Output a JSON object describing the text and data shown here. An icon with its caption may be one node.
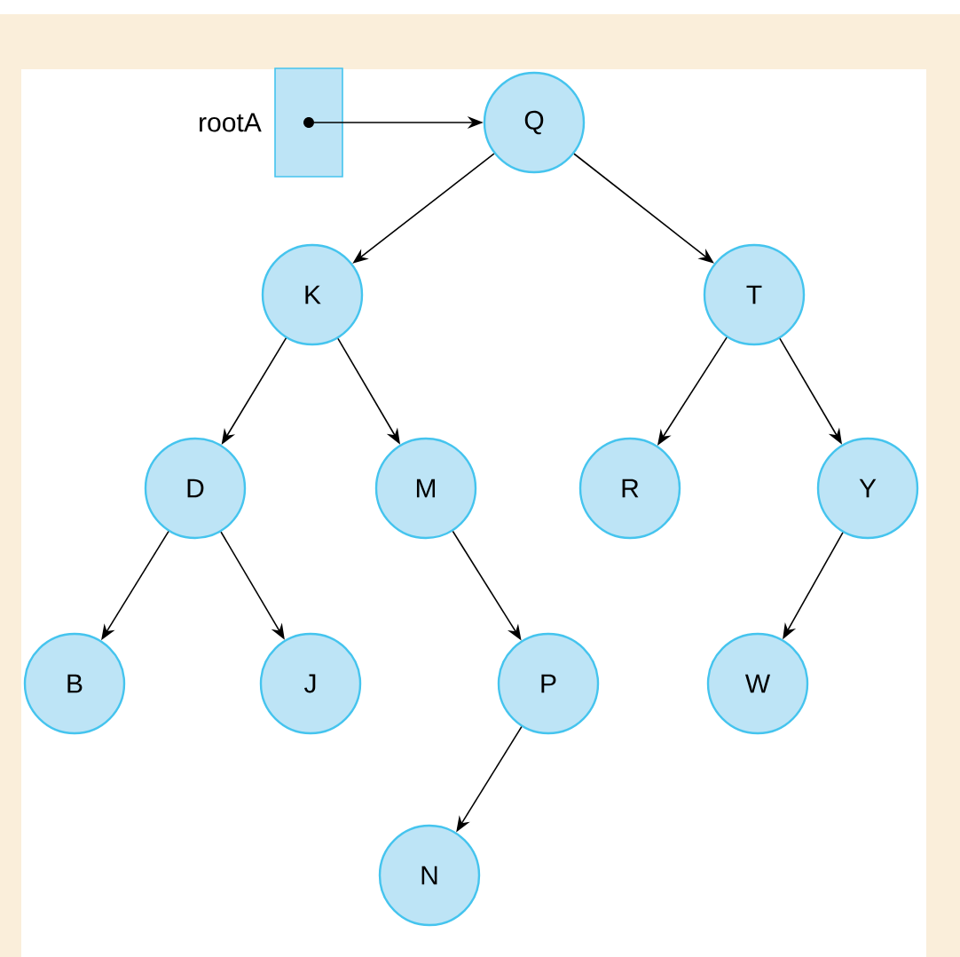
{
  "diagram": {
    "nodes": [
      {
        "text": [],
        "shape": "box",
        "beside": [
          "rootA"
        ]
      },
      {
        "text": [
          "Q"
        ]
      },
      {
        "text": [
          "K"
        ]
      },
      {
        "text": [
          "T"
        ]
      },
      {
        "text": [
          "D"
        ]
      },
      {
        "text": [
          "M"
        ]
      },
      {
        "text": [
          "R"
        ]
      },
      {
        "text": [
          "Y"
        ]
      },
      {
        "text": [
          "B"
        ]
      },
      {
        "text": [
          "J"
        ]
      },
      {
        "text": [
          "P"
        ]
      },
      {
        "text": [
          "W"
        ]
      },
      {
        "text": [
          "N"
        ]
      }
    ],
    "edges": [
      {
        "from": 0,
        "to": 1,
        "arrow": "to"
      },
      {
        "from": 1,
        "to": 2,
        "arrow": "to"
      },
      {
        "from": 1,
        "to": 3,
        "arrow": "to"
      },
      {
        "from": 2,
        "to": 4,
        "arrow": "to"
      },
      {
        "from": 2,
        "to": 5,
        "arrow": "to"
      },
      {
        "from": 3,
        "to": 6,
        "arrow": "to"
      },
      {
        "from": 3,
        "to": 7,
        "arrow": "to"
      },
      {
        "from": 4,
        "to": 8,
        "arrow": "to"
      },
      {
        "from": 4,
        "to": 9,
        "arrow": "to"
      },
      {
        "from": 5,
        "to": 10,
        "arrow": "to"
      },
      {
        "from": 7,
        "to": 11,
        "arrow": "to"
      },
      {
        "from": 10,
        "to": 12,
        "arrow": "to"
      }
    ]
  }
}
